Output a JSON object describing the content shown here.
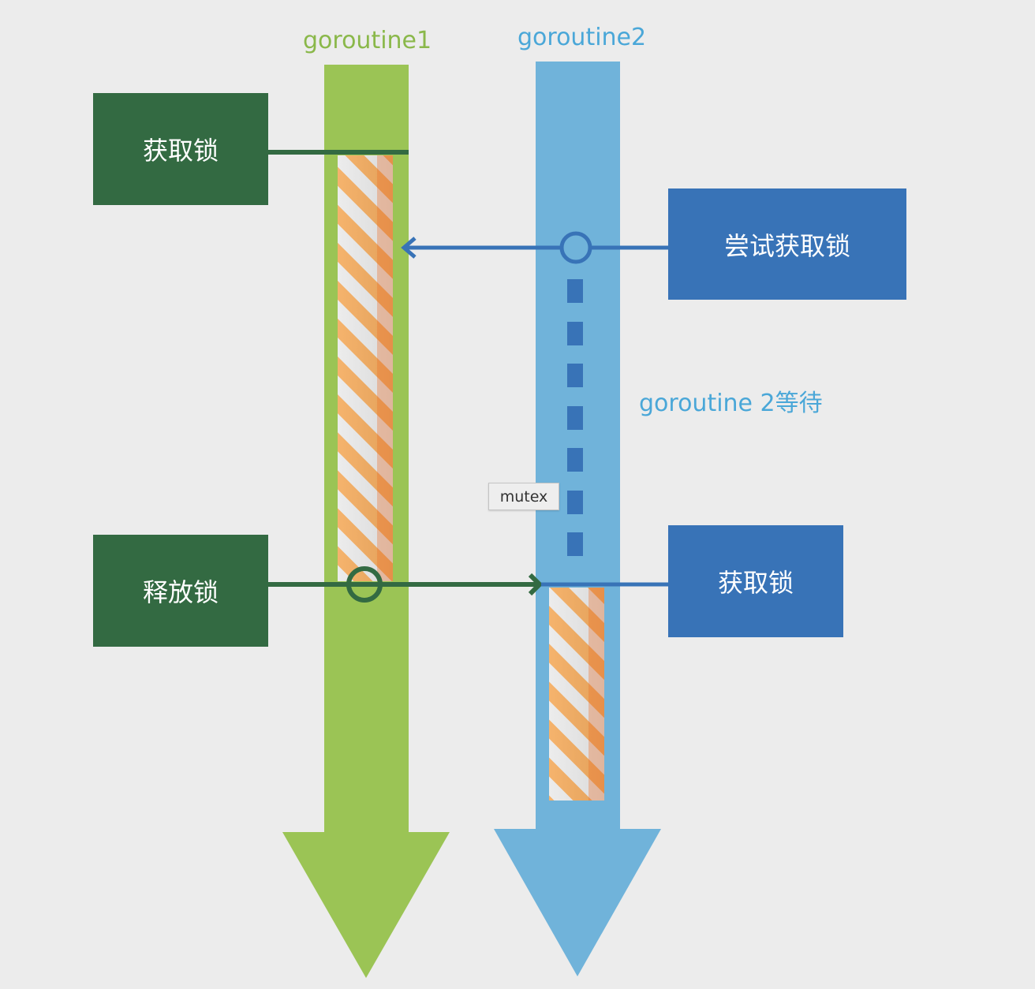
{
  "title_g1": "goroutine1",
  "title_g2": "goroutine2",
  "boxes": {
    "g1_acquire": "获取锁",
    "g2_try": "尝试获取锁",
    "g1_release": "释放锁",
    "g2_acquire": "获取锁"
  },
  "wait_label": "goroutine 2等待",
  "tooltip": "mutex",
  "colors": {
    "background": "#ececec",
    "green_arrow": "#9bc455",
    "blue_arrow": "#70b3da",
    "dark_green": "#336a42",
    "dark_blue": "#3873b7",
    "green_text": "#8ab84a",
    "blue_text": "#4aa7d8",
    "stripe_orange": "#f19a3a",
    "stripe_white": "#e8e8e8"
  }
}
